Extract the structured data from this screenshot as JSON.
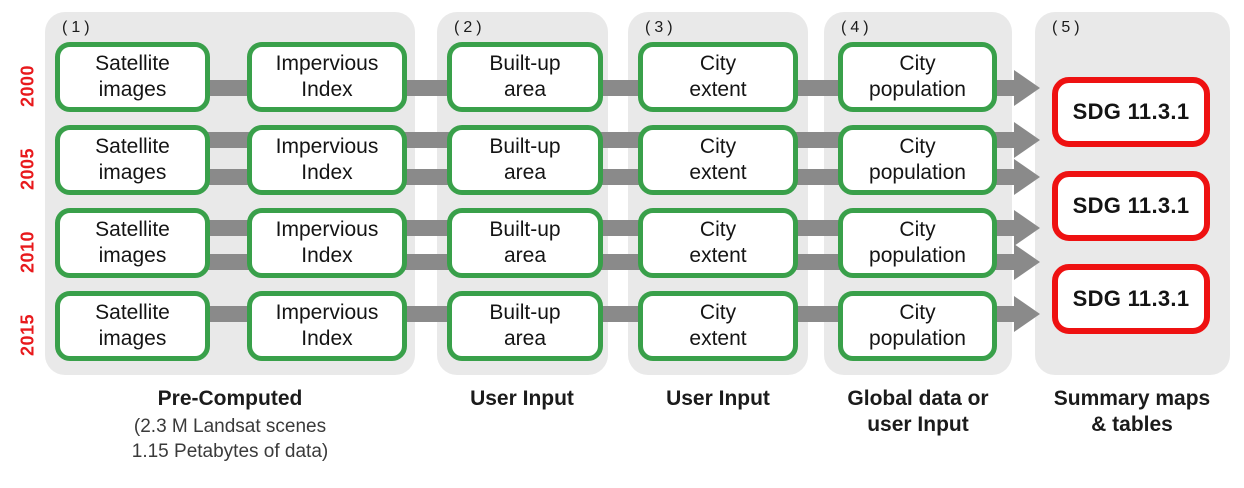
{
  "years": [
    "2000",
    "2005",
    "2010",
    "2015"
  ],
  "columns": [
    {
      "box": "Satellite\nimages"
    },
    {
      "box": "Impervious\nIndex"
    },
    {
      "box": "Built-up\narea"
    },
    {
      "box": "City\nextent"
    },
    {
      "box": "City\npopulation"
    }
  ],
  "sdg": {
    "label": "SDG 11.3.1"
  },
  "panels": [
    {
      "number": "(1)",
      "caption": "Pre-Computed",
      "caption_sub": "(2.3 M Landsat scenes\n1.15 Petabytes of data)"
    },
    {
      "number": "(2)",
      "caption": "User Input"
    },
    {
      "number": "(3)",
      "caption": "User Input"
    },
    {
      "number": "(4)",
      "caption": "Global data or\nuser Input"
    },
    {
      "number": "(5)",
      "caption": "Summary maps\n& tables"
    }
  ],
  "colors": {
    "process_box_border": "#39a04a",
    "sdg_box_border": "#ee1111",
    "year_text": "#e8191c",
    "panel_background": "#e9e9e9",
    "connector": "#8a8a8a"
  }
}
